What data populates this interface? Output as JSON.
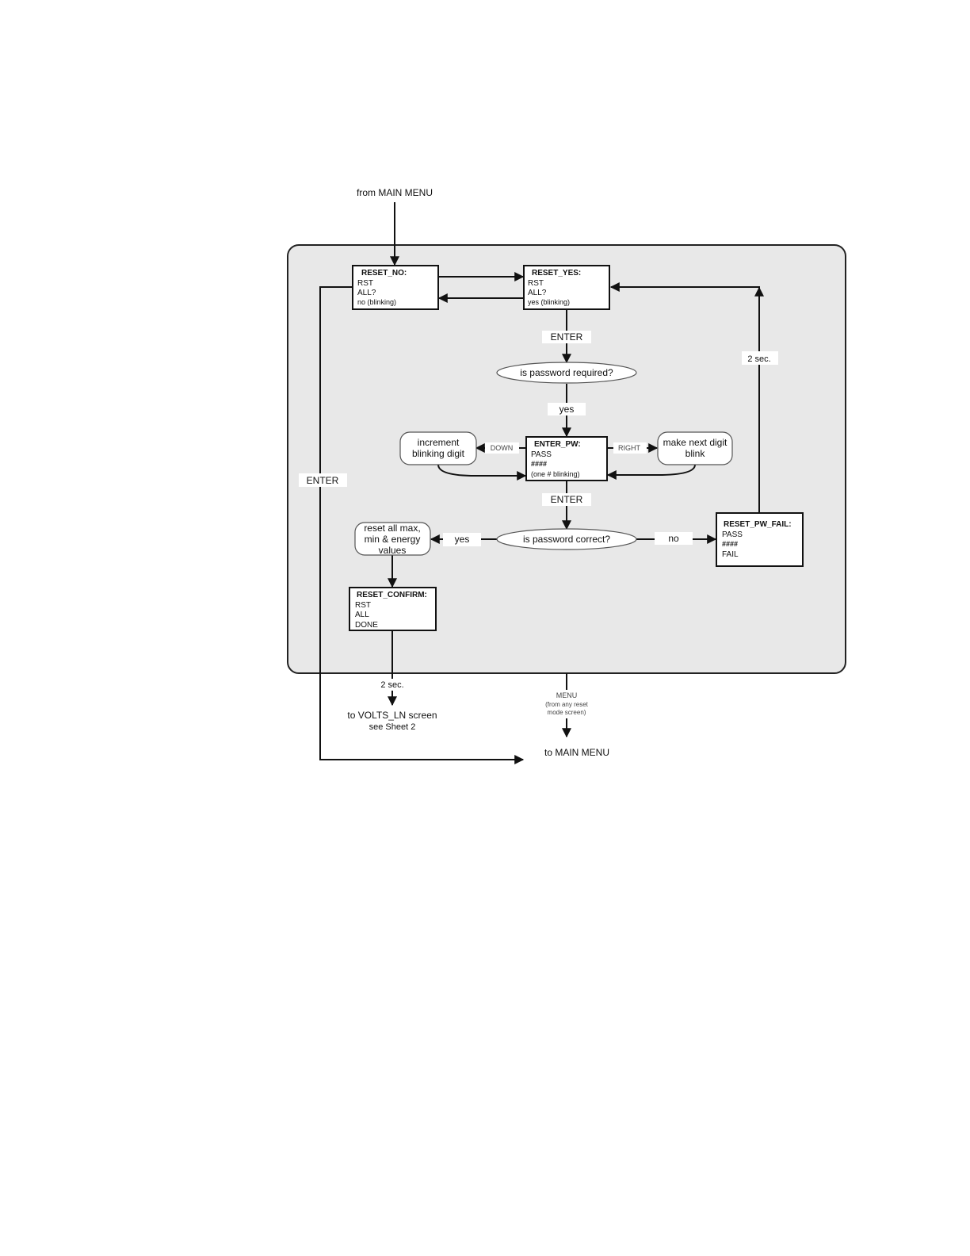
{
  "entry_label": "from MAIN MENU",
  "states": {
    "reset_no": {
      "title": "RESET_NO:",
      "lines": [
        "RST",
        "ALL?",
        "no (blinking)"
      ]
    },
    "reset_yes": {
      "title": "RESET_YES:",
      "lines": [
        "RST",
        "ALL?",
        "yes (blinking)"
      ]
    },
    "enter_pw": {
      "title": "ENTER_PW:",
      "lines": [
        "PASS",
        "####",
        "(one # blinking)"
      ]
    },
    "reset_pw_fail": {
      "title": "RESET_PW_FAIL:",
      "lines": [
        "PASS",
        "####",
        "FAIL"
      ]
    },
    "reset_confirm": {
      "title": "RESET_CONFIRM:",
      "lines": [
        "RST",
        "ALL",
        "DONE"
      ]
    }
  },
  "decisions": {
    "password_required": "is password required?",
    "password_correct": "is password correct?"
  },
  "actions": {
    "increment": [
      "increment",
      "blinking digit"
    ],
    "next_digit": [
      "make next digit",
      "blink"
    ],
    "reset_all": [
      "reset all max,",
      "min & energy",
      "values"
    ]
  },
  "edge_labels": {
    "enter_1": "ENTER",
    "yes_1": "yes",
    "down": "DOWN",
    "right": "RIGHT",
    "enter_2": "ENTER",
    "yes_2": "yes",
    "no": "no",
    "two_sec_fail": "2 sec.",
    "enter_left": "ENTER",
    "two_sec_confirm": "2 sec.",
    "menu": "MENU",
    "menu_note_1": "(from any reset",
    "menu_note_2": "mode screen)"
  },
  "exits": {
    "volts_1": "to VOLTS_LN screen",
    "volts_2": "see Sheet 2",
    "main_menu": "to MAIN MENU"
  }
}
